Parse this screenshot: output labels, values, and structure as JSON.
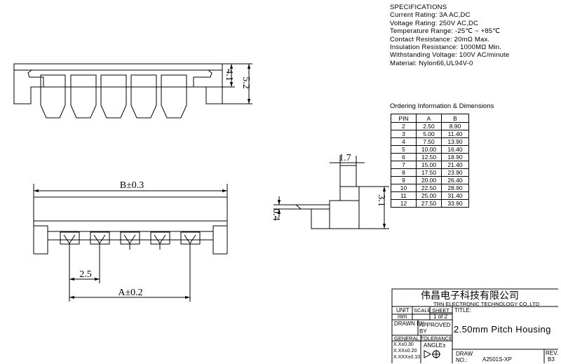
{
  "specs": {
    "heading": "SPECIFICATIONS",
    "lines": [
      "Current Rating: 3A AC,DC",
      "Voltage Rating: 250V AC,DC",
      "Temperature Range: -25℃ ~ +85℃",
      "Contact Resistance: 20mΩ Max.",
      "Insulation Resistance: 1000MΩ Min.",
      "Withstanding Voltage: 100V AC/minute",
      "Material: Nylon66,UL94V-0"
    ]
  },
  "ordering": {
    "title": "Ordering Information & Dimensions",
    "headers": [
      "PIN",
      "A",
      "B"
    ],
    "rows": [
      [
        "2",
        "2.50",
        "8.90"
      ],
      [
        "3",
        "5.00",
        "11.40"
      ],
      [
        "4",
        "7.50",
        "13.90"
      ],
      [
        "5",
        "10.00",
        "16.40"
      ],
      [
        "6",
        "12.50",
        "18.90"
      ],
      [
        "7",
        "15.00",
        "21.40"
      ],
      [
        "8",
        "17.50",
        "23.90"
      ],
      [
        "9",
        "20.00",
        "26.40"
      ],
      [
        "10",
        "22.50",
        "28.90"
      ],
      [
        "11",
        "25.00",
        "31.40"
      ],
      [
        "12",
        "27.50",
        "33.90"
      ]
    ]
  },
  "dimensions": {
    "height_outer": "5.2",
    "height_inner": "4.1",
    "width_b": "B±0.3",
    "pitch": "2.5",
    "span_a": "A±0.2",
    "side_top": "1.7",
    "side_height": "3.1",
    "side_small": "0.4"
  },
  "title_block": {
    "company_cn": "伟昌电子科技有限公司",
    "company_en": "TRN ELECTRONIC TECHNOLOGY CO.,LTD",
    "unit_label": "UNIT",
    "unit_value": "mm",
    "scale_label": "SCALE",
    "sheet_label": "SHEET",
    "sheet_value": "1 of 2",
    "title_label": "TITLE:",
    "title": "2.50mm Pitch Housing",
    "drawn_by": "DRAWN BY",
    "approved_by": "APPROVED BY",
    "general_tol": "GENERAL TOLERANCE",
    "tol_x": "X.X±0.30",
    "tol_xx": "X.XX±0.20",
    "tol_xxx": "X.XXX±0.10",
    "angle_tol": "ANGLE±",
    "draw_no_label": "DRAW NO.:",
    "draw_no": "A2501S-XP",
    "rev_label": "REV.",
    "rev": "B3"
  }
}
